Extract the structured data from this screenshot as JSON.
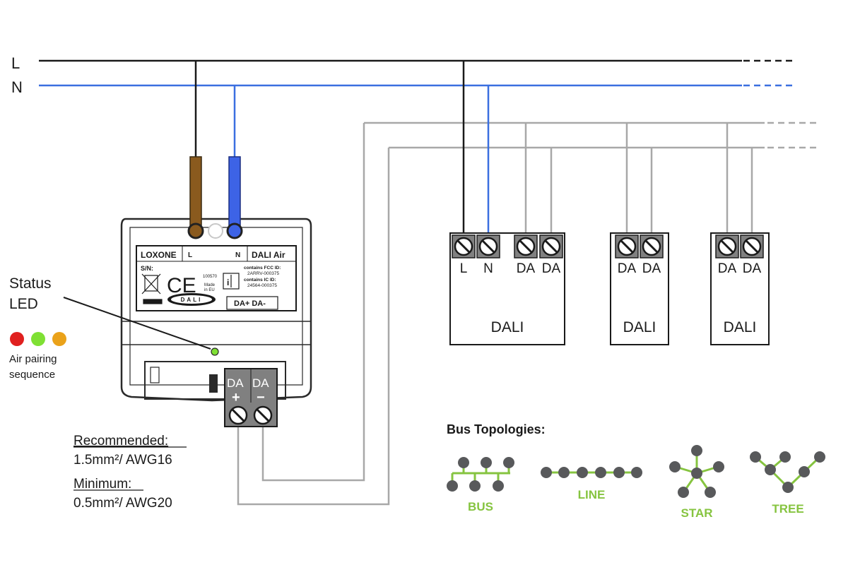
{
  "rails": {
    "l": "L",
    "n": "N"
  },
  "colors": {
    "line": "#1a1a1a",
    "neutral": "#3a6fe0",
    "dali_wire": "#a8a8a8",
    "brown": "#8a5a1e",
    "blue_wire": "#3d63e6",
    "topology_green": "#86c440",
    "topology_node": "#58595b",
    "terminal_fill": "#808080"
  },
  "device": {
    "brand": "LOXONE",
    "terminal_l": "L",
    "terminal_n": "N",
    "model": "DALI Air",
    "sn": "S/N:",
    "ce": "CE",
    "code": "100570",
    "made": "Made",
    "in_eu": "in EU",
    "fcc_label": "contains FCC ID:",
    "fcc_id": "2ARRV-000375",
    "ic_label": "contains IC ID:",
    "ic_id": "24564-000375",
    "dali_logo": "DALI",
    "bus_label": "DA+ DA-",
    "terminal_da1": "DA",
    "terminal_da2": "DA",
    "plus": "+",
    "minus": "−"
  },
  "status": {
    "label_line1": "Status",
    "label_line2": "LED",
    "pairing_line1": "Air pairing",
    "pairing_line2": "sequence",
    "dot_colors": [
      "#e0201f",
      "#7fe034",
      "#eaa21a"
    ]
  },
  "wire_info": {
    "recommended_label": "Recommended:",
    "recommended_value": "1.5mm²/ AWG16",
    "minimum_label": "Minimum:",
    "minimum_value": "0.5mm²/ AWG20"
  },
  "dali_devices": [
    {
      "name": "DALI",
      "terminals": [
        "L",
        "N",
        "DA",
        "DA"
      ]
    },
    {
      "name": "DALI",
      "terminals": [
        "DA",
        "DA"
      ]
    },
    {
      "name": "DALI",
      "terminals": [
        "DA",
        "DA"
      ]
    }
  ],
  "topologies": {
    "title": "Bus Topologies:",
    "items": [
      {
        "name": "BUS"
      },
      {
        "name": "LINE"
      },
      {
        "name": "STAR"
      },
      {
        "name": "TREE"
      }
    ]
  }
}
